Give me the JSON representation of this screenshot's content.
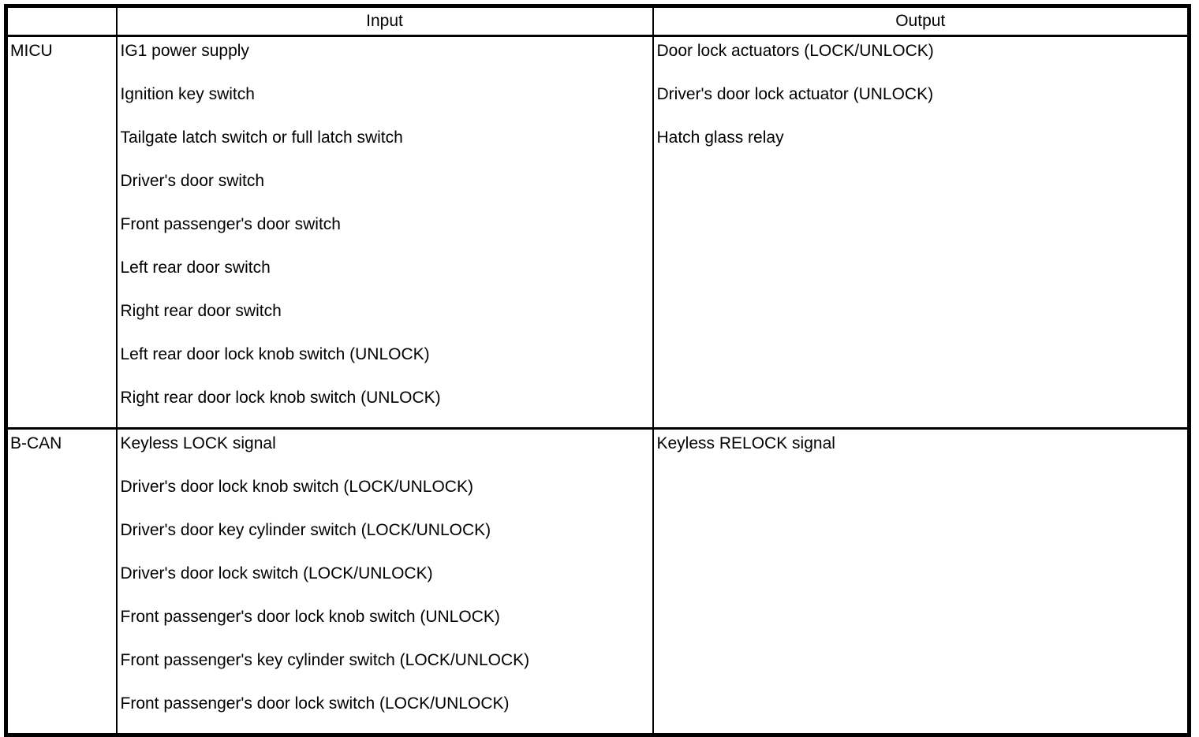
{
  "table": {
    "headers": {
      "source": "",
      "input": "Input",
      "output": "Output"
    },
    "rows": [
      {
        "label": "MICU",
        "input": [
          "IG1 power supply",
          "Ignition key switch",
          "Tailgate latch switch or full latch switch",
          "Driver's door switch",
          "Front passenger's door switch",
          "Left rear door switch",
          "Right rear door switch",
          "Left rear door lock knob switch (UNLOCK)",
          "Right rear door lock knob switch (UNLOCK)"
        ],
        "output": [
          "Door lock actuators (LOCK/UNLOCK)",
          "Driver's door lock actuator (UNLOCK)",
          "Hatch glass relay"
        ]
      },
      {
        "label": "B-CAN",
        "input": [
          "Keyless LOCK signal",
          "Driver's door lock knob switch (LOCK/UNLOCK)",
          "Driver's door key cylinder switch (LOCK/UNLOCK)",
          "Driver's door lock switch (LOCK/UNLOCK)",
          "Front passenger's door lock knob switch (UNLOCK)",
          "Front passenger's key cylinder switch (LOCK/UNLOCK)",
          "Front passenger's door lock switch (LOCK/UNLOCK)"
        ],
        "output": [
          "Keyless RELOCK signal"
        ]
      }
    ]
  },
  "colors": {
    "border": "#000000",
    "text": "#000000",
    "background": "#ffffff"
  }
}
